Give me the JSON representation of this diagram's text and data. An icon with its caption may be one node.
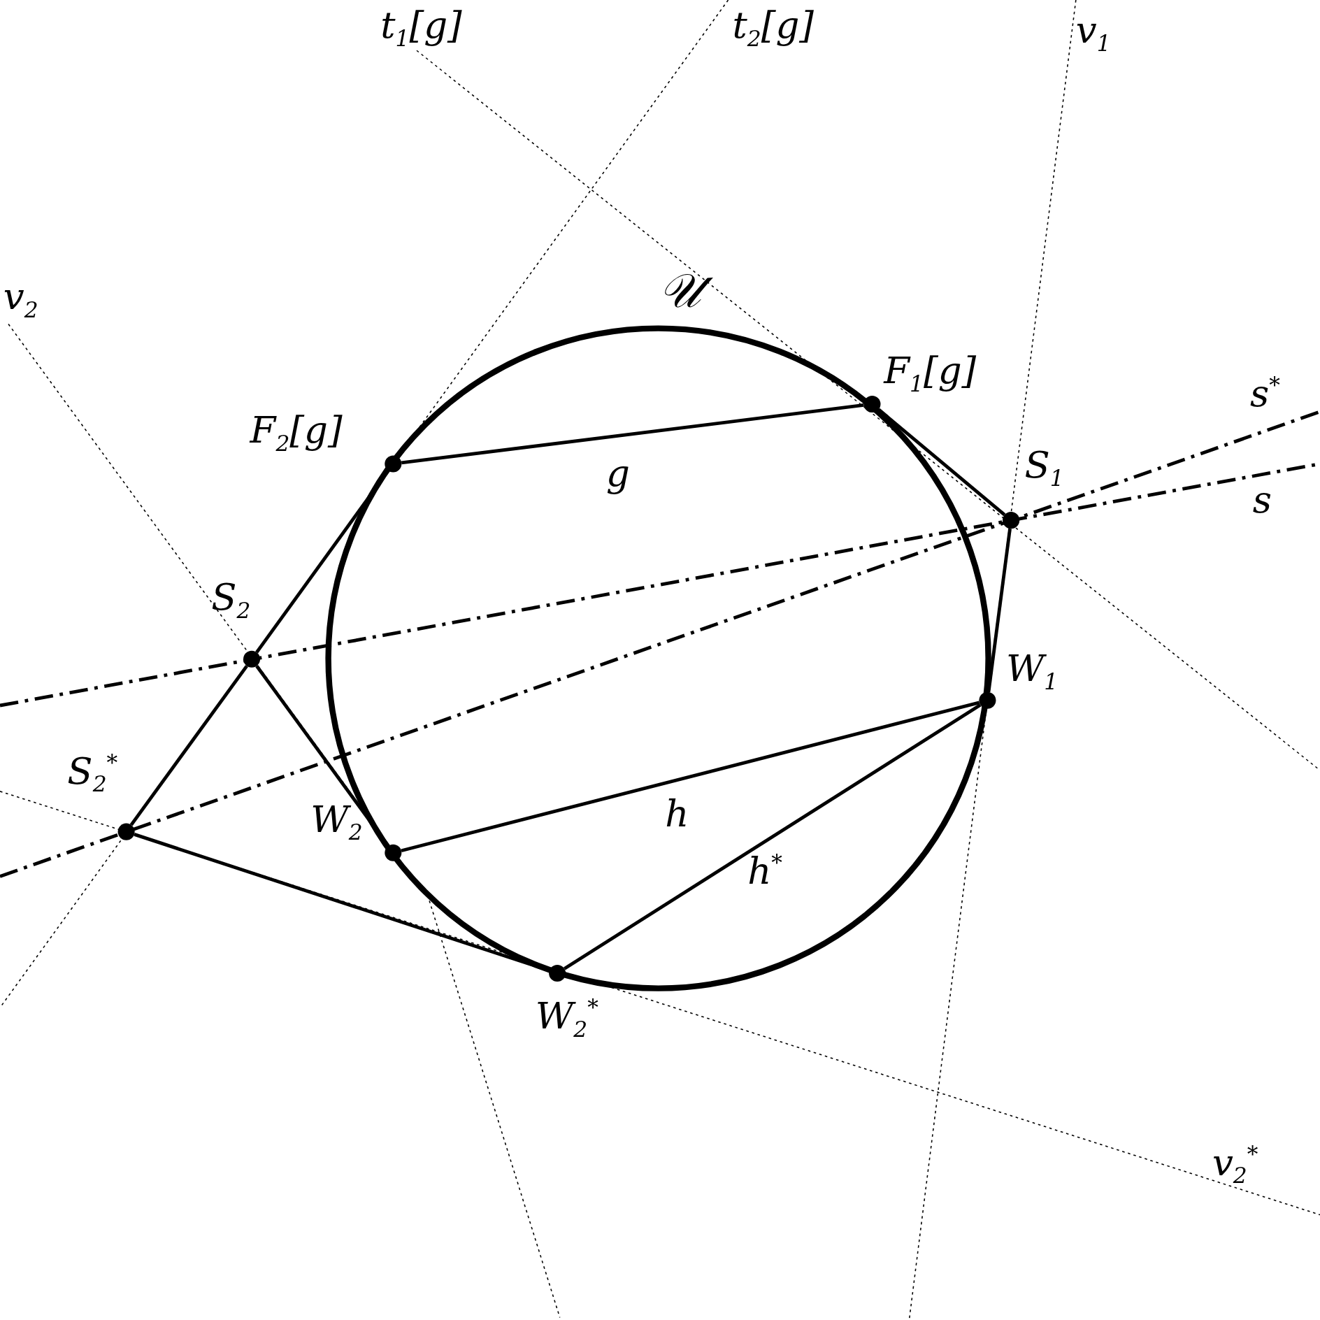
{
  "diagram": {
    "nodes": [
      {
        "text": [
          "F$_{2}$[g]"
        ]
      },
      {
        "text": [
          "F$_{1}$[g]"
        ]
      },
      {
        "text": [
          "S$_{1}$"
        ]
      },
      {
        "text": [
          "S$_{2}$"
        ]
      },
      {
        "text": [
          "W$_{1}$"
        ]
      },
      {
        "text": [
          "S$_{2}$$^{*}$"
        ]
      },
      {
        "text": [
          "W$_{2}$"
        ]
      },
      {
        "text": [
          "W$_{2}$$^{*}$"
        ]
      }
    ],
    "edges": [
      {
        "from": 0,
        "to": 1,
        "arrow": "none",
        "label": "g"
      },
      {
        "from": 1,
        "to": 2,
        "arrow": "none"
      },
      {
        "from": 2,
        "to": 4,
        "arrow": "none"
      },
      {
        "from": 4,
        "to": 6,
        "arrow": "none",
        "label": "h"
      },
      {
        "from": 4,
        "to": 7,
        "arrow": "none",
        "label": "h$^{*}$"
      },
      {
        "from": 7,
        "to": 5,
        "arrow": "none"
      },
      {
        "from": 5,
        "to": 3,
        "arrow": "none"
      },
      {
        "from": 3,
        "to": 0,
        "arrow": "none"
      },
      {
        "from": 3,
        "to": 6,
        "arrow": "none"
      }
    ],
    "labels": [
      "t$_{1}$[g]",
      "t$_{2}$[g]",
      "v$_{1}$",
      "𝒰",
      "v$_{2}$",
      "s$^{*}$",
      "s",
      "v$_{2}$$^{*}$"
    ]
  }
}
